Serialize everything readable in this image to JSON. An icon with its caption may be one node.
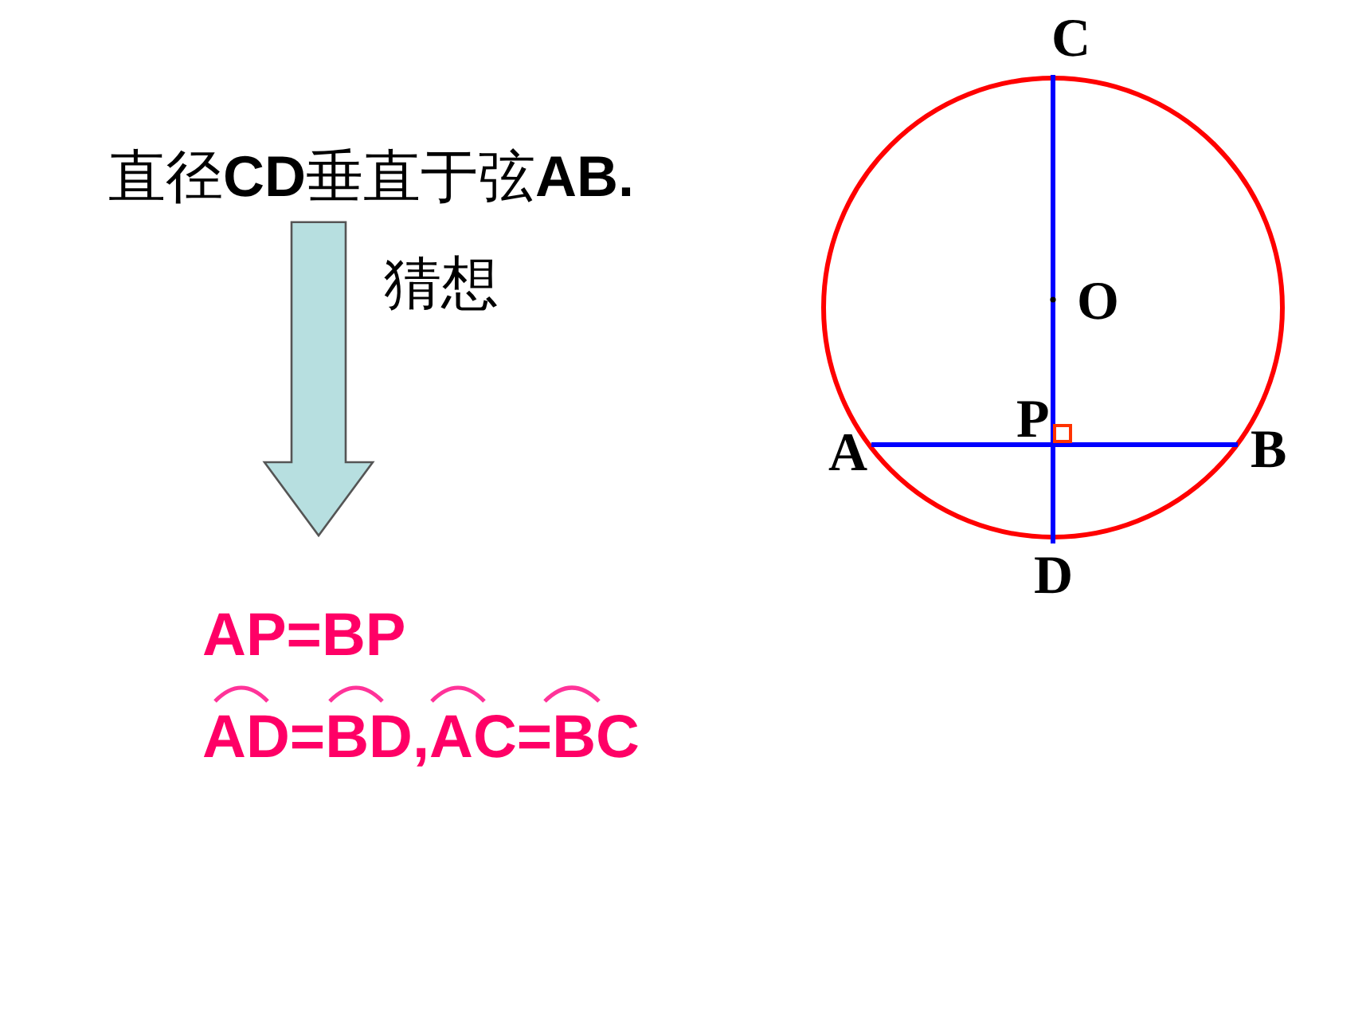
{
  "diagram": {
    "nodes": [
      {
        "text": [
          "直径**CD**垂直于弦**AB.**"
        ]
      },
      {
        "text": [
          "AP=BP",
          "AD=BD,AC=BC"
        ]
      }
    ],
    "edges": [
      {
        "from": 0,
        "to": 1,
        "arrow": "to",
        "label": "猜想"
      }
    ],
    "labels": [
      "C",
      "O",
      "P",
      "A",
      "B",
      "D"
    ]
  }
}
